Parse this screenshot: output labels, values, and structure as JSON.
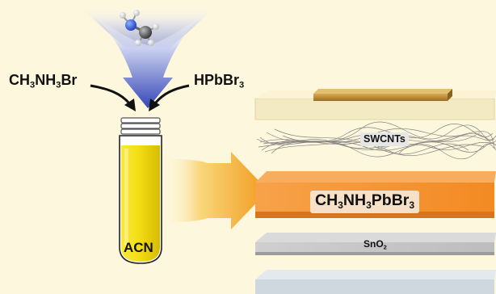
{
  "reagents": {
    "left": {
      "base": "CH",
      "s1": "3",
      "mid": "NH",
      "s2": "3",
      "tail": "Br"
    },
    "right": {
      "base": "HPbBr",
      "s1": "3"
    }
  },
  "solvent": {
    "label": "ACN"
  },
  "layers": {
    "swcnt": "SWCNTs",
    "perovskite": {
      "a": "CH",
      "s1": "3",
      "b": "NH",
      "s2": "3",
      "c": "PbBr",
      "s3": "3"
    },
    "oxide": {
      "base": "SnO",
      "s1": "2"
    }
  },
  "colors": {
    "background": "#fdf7dd",
    "perovskite": "#f28b23",
    "vial_liquid": "#f4e21a",
    "funnel": "#5566c8"
  },
  "icons": [
    "methylamine-molecule-icon",
    "gas-funnel-arrow-icon",
    "curved-arrow-icon",
    "big-arrow-icon"
  ]
}
